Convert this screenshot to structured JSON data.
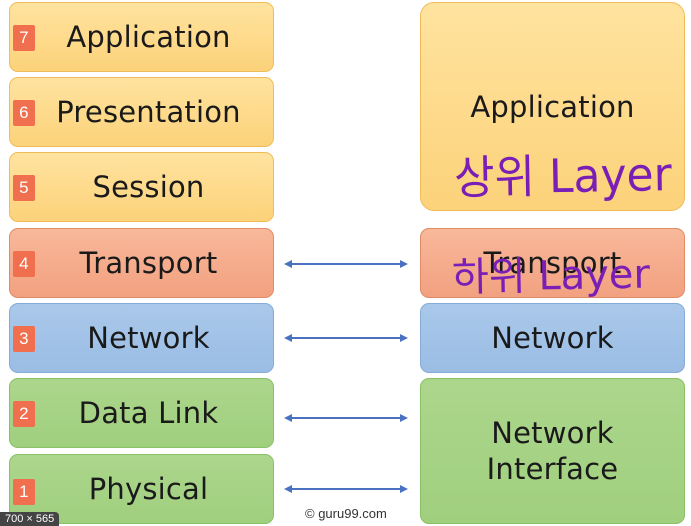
{
  "osi": [
    {
      "num": "7",
      "label": "Application"
    },
    {
      "num": "6",
      "label": "Presentation"
    },
    {
      "num": "5",
      "label": "Session"
    },
    {
      "num": "4",
      "label": "Transport"
    },
    {
      "num": "3",
      "label": "Network"
    },
    {
      "num": "2",
      "label": "Data Link"
    },
    {
      "num": "1",
      "label": "Physical"
    }
  ],
  "tcpip": [
    {
      "label": "Application"
    },
    {
      "label": "Transport"
    },
    {
      "label": "Network"
    },
    {
      "label": "Network\nInterface"
    }
  ],
  "annotations": {
    "upper": "상위 Layer",
    "lower": "하위 Layer"
  },
  "colors": {
    "application_layers": "#fcd27a",
    "transport": "#f2a180",
    "network": "#9bbde4",
    "link_physical": "#a0cf7e",
    "number_badge": "#ef6f4e",
    "arrow": "#4a72c0",
    "handwriting": "#7a1fb5"
  },
  "credit": "© guru99.com",
  "image_size": "700 × 565"
}
